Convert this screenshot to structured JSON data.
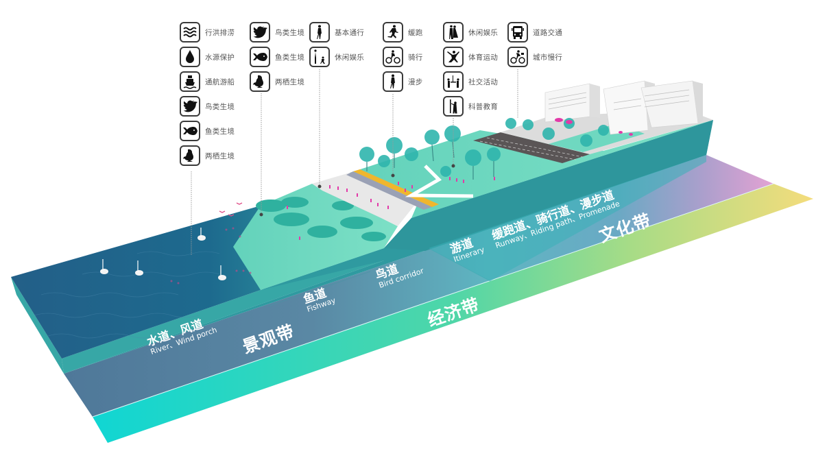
{
  "diagram": {
    "type": "isometric-section",
    "colors": {
      "water": "#1f5f86",
      "land_green": "#6fd8c0",
      "teal_wall": "#2f9aa0",
      "steel_band": "#557fa0",
      "cyan_band": "#12d4d0",
      "pink": "#e0a2d4",
      "yellow": "#f2dd7c",
      "green_band": "#80d890",
      "pedestrian_magenta": "#e23aa8"
    }
  },
  "icon_columns": [
    {
      "id": "water",
      "items": [
        {
          "icon": "waves-icon",
          "label": "行洪排涝"
        },
        {
          "icon": "water-drop-icon",
          "label": "水源保护"
        },
        {
          "icon": "ship-icon",
          "label": "通航游船"
        },
        {
          "icon": "bird-icon",
          "label": "鸟类生境"
        },
        {
          "icon": "fish-icon",
          "label": "鱼类生境"
        },
        {
          "icon": "frog-icon",
          "label": "两栖生境"
        }
      ]
    },
    {
      "id": "wetland",
      "items": [
        {
          "icon": "bird-icon",
          "label": "鸟类生境"
        },
        {
          "icon": "fish-icon",
          "label": "鱼类生境"
        },
        {
          "icon": "frog-icon",
          "label": "两栖生境"
        }
      ]
    },
    {
      "id": "embankment",
      "items": [
        {
          "icon": "walking-person-icon",
          "label": "基本通行"
        },
        {
          "icon": "leisure-play-icon",
          "label": "休闲娱乐"
        }
      ]
    },
    {
      "id": "paths",
      "items": [
        {
          "icon": "running-icon",
          "label": "缓跑"
        },
        {
          "icon": "cycling-icon",
          "label": "骑行"
        },
        {
          "icon": "strolling-icon",
          "label": "漫步"
        }
      ]
    },
    {
      "id": "park",
      "items": [
        {
          "icon": "leisure-couple-icon",
          "label": "休闲娱乐"
        },
        {
          "icon": "sports-icon",
          "label": "体育运动"
        },
        {
          "icon": "social-activity-icon",
          "label": "社交活动"
        },
        {
          "icon": "education-icon",
          "label": "科普教育"
        }
      ]
    },
    {
      "id": "urban",
      "items": [
        {
          "icon": "bus-icon",
          "label": "道路交通"
        },
        {
          "icon": "slow-cycling-icon",
          "label": "城市慢行"
        }
      ]
    }
  ],
  "corridor_labels": [
    {
      "zh": "水道、风道",
      "en": "River、Wind porch"
    },
    {
      "zh": "鱼道",
      "en": "Fishway"
    },
    {
      "zh": "鸟道",
      "en": "Bird corridor"
    },
    {
      "zh": "游道",
      "en": "Itinerary"
    },
    {
      "zh": "缓跑道、骑行道、漫步道",
      "en": "Runway、Riding path、Promenade"
    }
  ],
  "zone_labels": {
    "landscape": "景观带",
    "economic": "经济带",
    "culture": "文化带"
  }
}
